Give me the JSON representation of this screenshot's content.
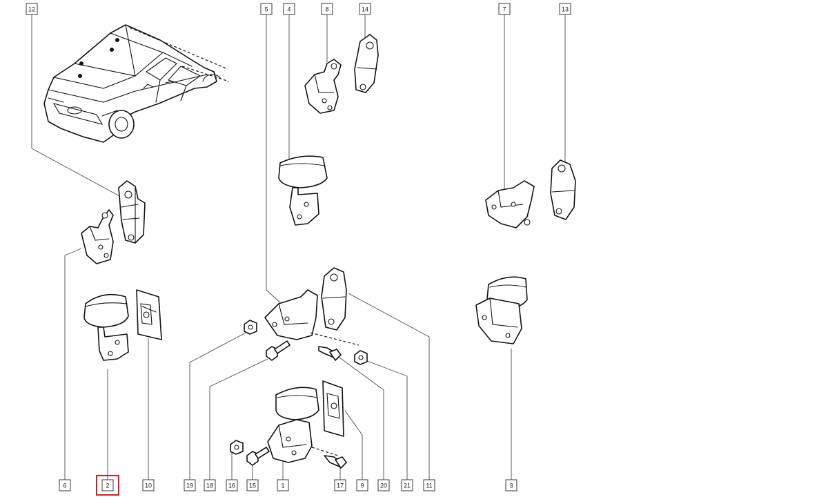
{
  "callouts": [
    {
      "id": "c12",
      "text": "12"
    },
    {
      "id": "c5",
      "text": "5"
    },
    {
      "id": "c4",
      "text": "4"
    },
    {
      "id": "c8",
      "text": "8"
    },
    {
      "id": "c14",
      "text": "14"
    },
    {
      "id": "c7",
      "text": "7"
    },
    {
      "id": "c13",
      "text": "13"
    },
    {
      "id": "c6",
      "text": "6"
    },
    {
      "id": "c2",
      "text": "2",
      "selected": true
    },
    {
      "id": "c10",
      "text": "10"
    },
    {
      "id": "c19",
      "text": "19"
    },
    {
      "id": "c18",
      "text": "18"
    },
    {
      "id": "c16",
      "text": "16"
    },
    {
      "id": "c15",
      "text": "15"
    },
    {
      "id": "c1",
      "text": "1"
    },
    {
      "id": "c17",
      "text": "17"
    },
    {
      "id": "c9",
      "text": "9"
    },
    {
      "id": "c20",
      "text": "20"
    },
    {
      "id": "c21",
      "text": "21"
    },
    {
      "id": "c11",
      "text": "11"
    },
    {
      "id": "c3",
      "text": "3"
    }
  ],
  "colors": {
    "selected_outline": "#d81b20",
    "line": "#111111",
    "label_border": "#3a3a3a"
  }
}
